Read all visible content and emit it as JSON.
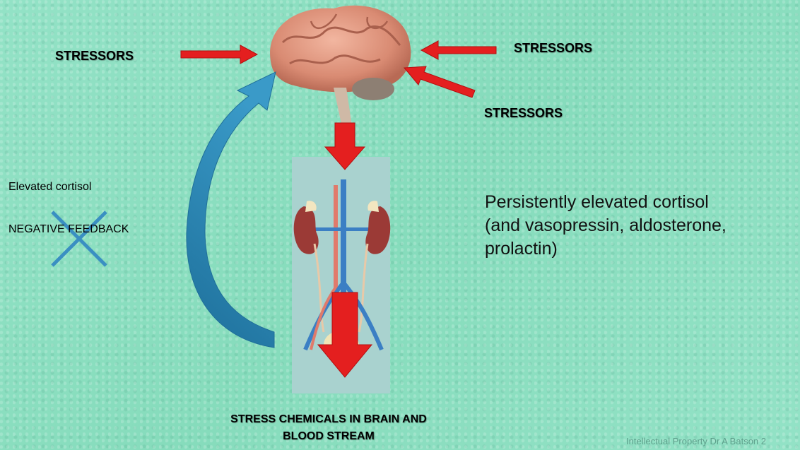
{
  "diagram": {
    "stressor_left": "STRESSORS",
    "stressor_right_top": "STRESSORS",
    "stressor_right_bottom": "STRESSORS",
    "elevated_cortisol": "Elevated cortisol",
    "negative_feedback": "NEGATIVE FEEDBACK",
    "effect_line1": "Persistently elevated cortisol",
    "effect_line2": "(and vasopressin, aldosterone,",
    "effect_line3": "prolactin)",
    "caption_line1": "STRESS CHEMICALS IN BRAIN AND",
    "caption_line2": "BLOOD STREAM",
    "watermark": "Intellectual Property Dr A Batson 2"
  },
  "colors": {
    "background": "#8fe0c2",
    "arrow_red": "#e41f1f",
    "feedback_arc": "#2d86b4",
    "cross_blue": "#3a8fc2",
    "panel": "#a9d2cf"
  }
}
